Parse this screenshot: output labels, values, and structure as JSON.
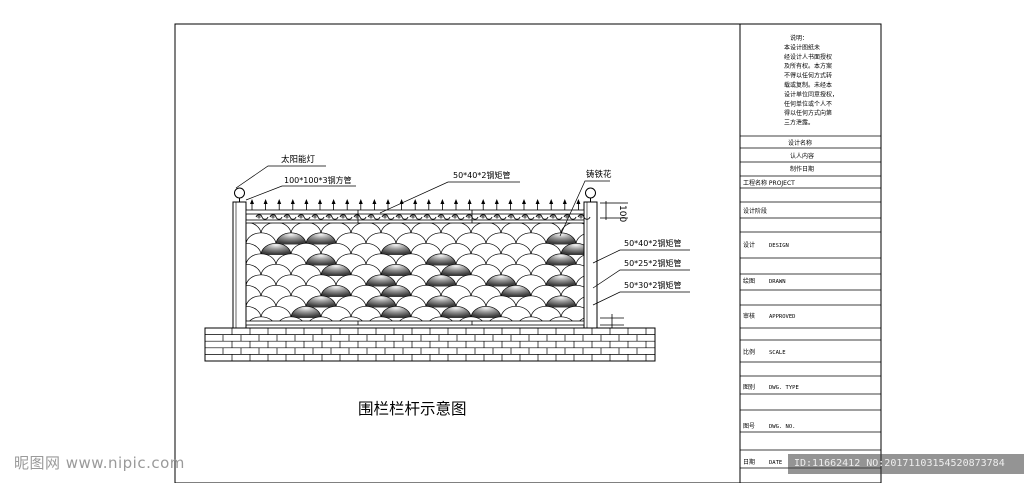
{
  "drawing": {
    "title": "围栏栏杆示意图",
    "callouts": {
      "lamp": "太阳能灯",
      "post": "100*100*3钢方管",
      "top_rail": "50*40*2钢矩管",
      "ornament": "铸铁花",
      "rail_1": "50*40*2钢矩管",
      "rail_2": "50*25*2钢矩管",
      "rail_3": "50*30*2钢矩管"
    },
    "dimension": "100"
  },
  "title_block": {
    "notes": [
      "说明：",
      "本设计图纸未",
      "经设计人书面授权",
      "及所有权。本方案",
      "不得以任何方式转",
      "载或复制。未经本",
      "设计单位同意授权，",
      "任何单位或个人不",
      "得以任何方式向第",
      "三方泄露。"
    ],
    "rows": [
      {
        "label": "设计名称"
      },
      {
        "label": "认人内容"
      },
      {
        "label": "制作日期"
      },
      {
        "label": "工程名称 PROJECT"
      },
      {
        "label": "设计阶段"
      },
      {
        "label": "设计",
        "sub": "DESIGN"
      },
      {
        "label": "绘图",
        "sub": "DRAWN"
      },
      {
        "label": "审核",
        "sub": "APPROVED"
      },
      {
        "label": "比例",
        "sub": "SCALE"
      },
      {
        "label": "图别",
        "sub": "DWG. TYPE"
      },
      {
        "label": "图号",
        "sub": "DWG. NO."
      },
      {
        "label": "日期",
        "sub": "DATE"
      }
    ]
  },
  "watermark": {
    "site": "昵图网 www.nipic.com",
    "id": "ID:11662412 NO:20171103154520873784"
  }
}
